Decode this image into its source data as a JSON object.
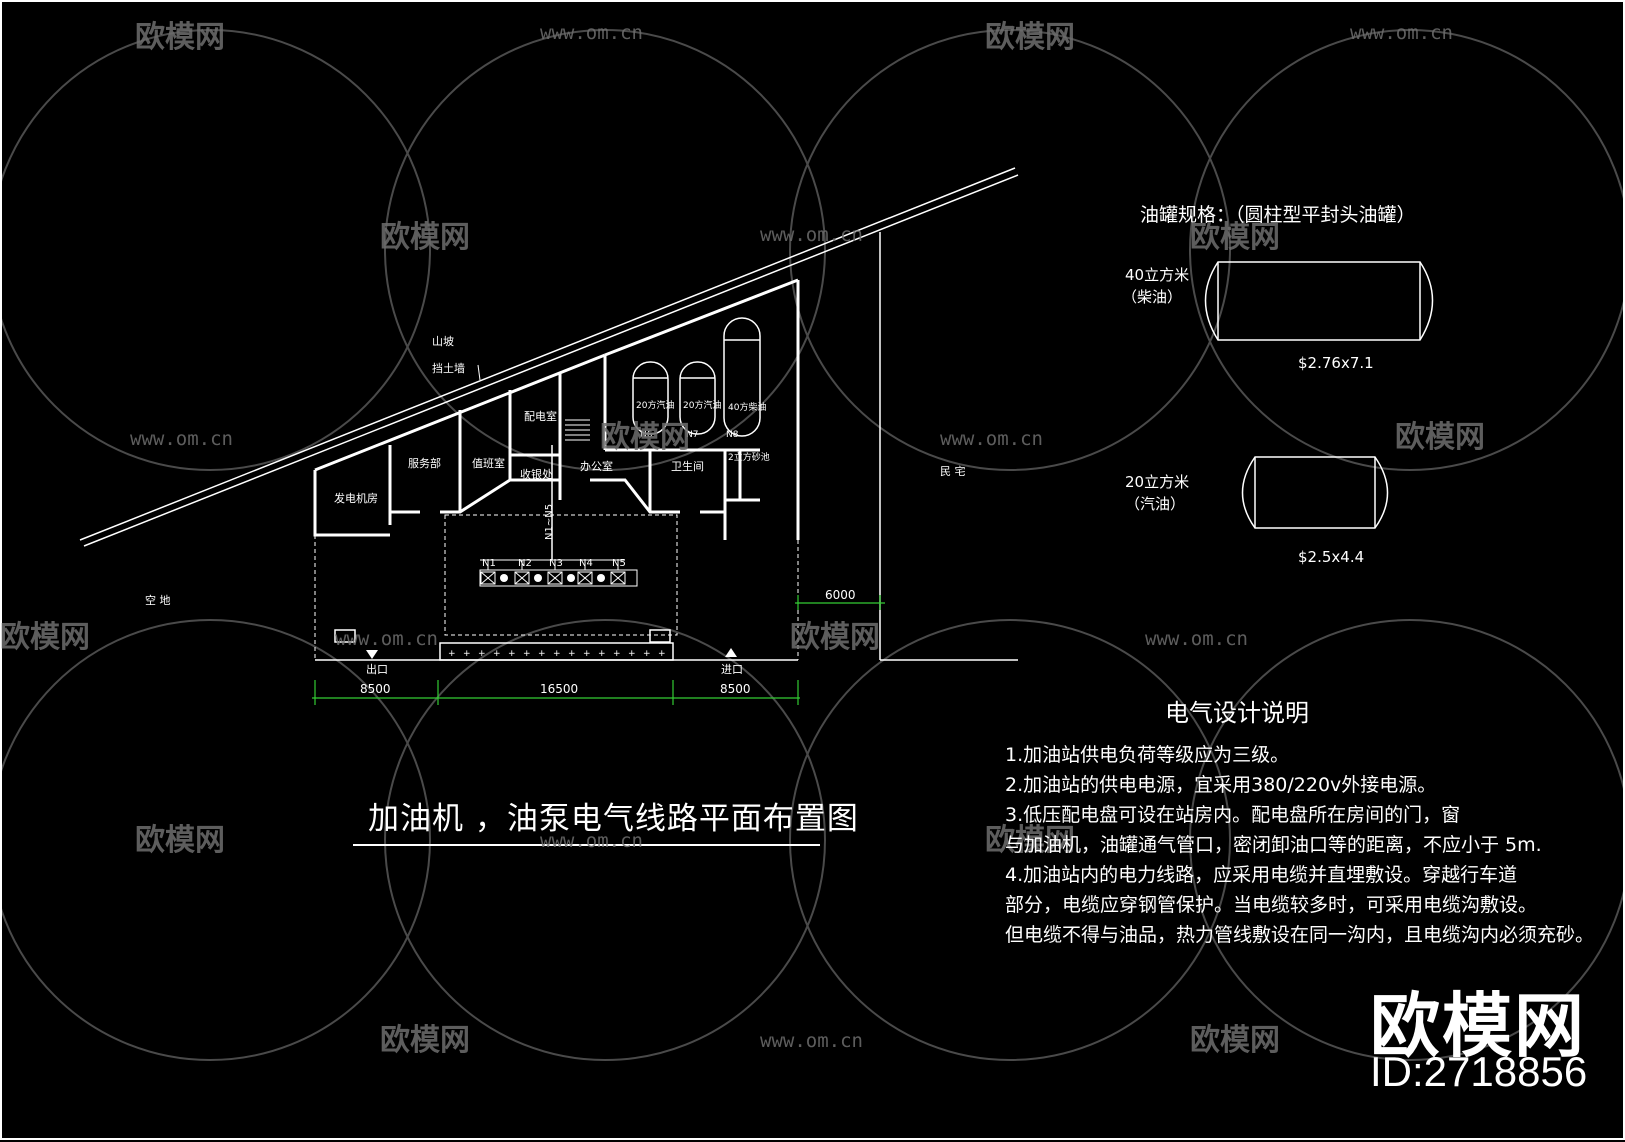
{
  "drawing": {
    "main_title": "加油机 ，油泵电气线路平面布置图",
    "site_labels": {
      "slope": "山坡",
      "retaining_wall": "挡土墙",
      "open_ground": "空  地",
      "residence": "民  宅",
      "exit": "出口",
      "entrance": "进口"
    },
    "rooms": {
      "generator_room": "发电机房",
      "service_room": "服务部",
      "duty_room": "值班室",
      "distribution_room": "配电室",
      "cashier": "收银处",
      "office": "办公室",
      "toilet": "卫生间",
      "sand_pool": "2立方砂池"
    },
    "tanks": {
      "t1": "20方汽油",
      "t2": "20方汽油",
      "t3": "40方柴油",
      "n6": "N6",
      "n7": "N7",
      "n8": "N8"
    },
    "dispensers": [
      "N1",
      "N2",
      "N3",
      "N4",
      "N5"
    ],
    "cable_label": "N1~N5",
    "dimensions": {
      "d1": "8500",
      "d2": "16500",
      "d3": "8500",
      "d4": "6000"
    }
  },
  "tank_spec": {
    "title": "油罐规格：（圆柱型平封头油罐）",
    "large_label_1": "40立方米",
    "large_label_2": "（柴油）",
    "large_size": "$2.76x7.1",
    "small_label_1": "20立方米",
    "small_label_2": "（汽油）",
    "small_size": "$2.5x4.4"
  },
  "notes": {
    "title": "电气设计说明",
    "lines": [
      "1.加油站供电负荷等级应为三级。",
      "2.加油站的供电电源，宜采用380/220v外接电源。",
      "3.低压配电盘可设在站房内。配电盘所在房间的门，窗",
      "  与加油机，油罐通气管口，密闭卸油口等的距离，不应小于 5m.",
      "4.加油站内的电力线路，应采用电缆并直埋敷设。穿越行车道",
      "  部分，电缆应穿钢管保护。当电缆较多时，可采用电缆沟敷设。",
      "  但电缆不得与油品，热力管线敷设在同一沟内，且电缆沟内必须充砂。"
    ]
  },
  "watermark": {
    "brand_cn": "欧模网",
    "url": "www.om.cn",
    "id": "ID:2718856"
  }
}
